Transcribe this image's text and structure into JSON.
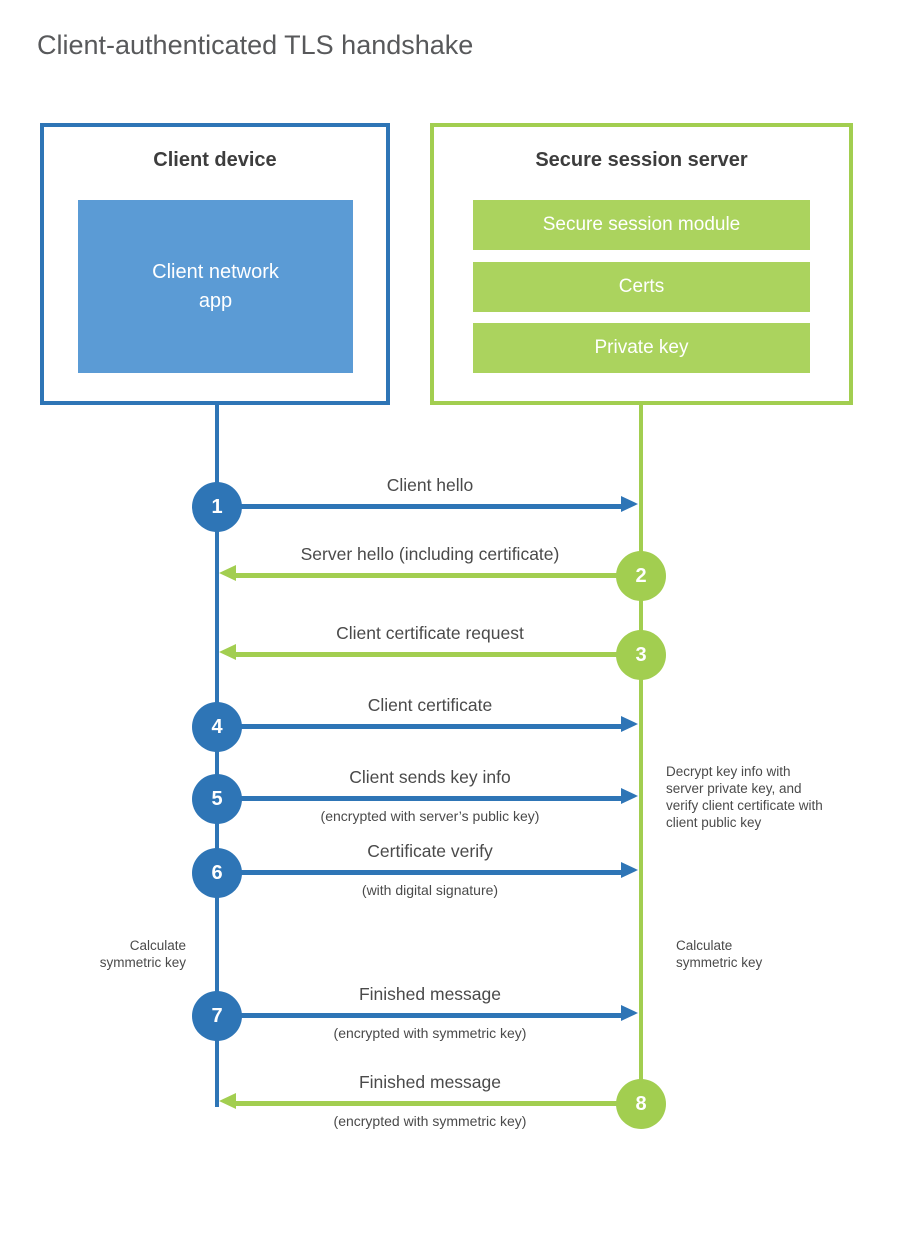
{
  "title": "Client-authenticated TLS handshake",
  "client": {
    "title": "Client device",
    "app_label": "Client network app"
  },
  "server": {
    "title": "Secure session server",
    "modules": [
      "Secure session module",
      "Certs",
      "Private key"
    ]
  },
  "messages": [
    {
      "step": "1",
      "label": "Client hello",
      "direction": "client-to-server"
    },
    {
      "step": "2",
      "label": "Server hello (including certificate)",
      "direction": "server-to-client"
    },
    {
      "step": "3",
      "label": "Client certificate request",
      "direction": "server-to-client"
    },
    {
      "step": "4",
      "label": "Client certificate",
      "direction": "client-to-server"
    },
    {
      "step": "5",
      "label": "Client sends key info",
      "sublabel": "(encrypted with server’s public key)",
      "direction": "client-to-server"
    },
    {
      "step": "6",
      "label": "Certificate verify",
      "sublabel": "(with digital signature)",
      "direction": "client-to-server"
    },
    {
      "step": "7",
      "label": "Finished message",
      "sublabel": "(encrypted with symmetric key)",
      "direction": "client-to-server"
    },
    {
      "step": "8",
      "label": "Finished message",
      "sublabel": "(encrypted with symmetric key)",
      "direction": "server-to-client"
    }
  ],
  "annotations": {
    "decrypt_note": "Decrypt key info with server private key, and verify client certificate with client public key",
    "calculate_left": "Calculate symmetric key",
    "calculate_right": "Calculate symmetric key"
  },
  "colors": {
    "client_blue": "#2e75b6",
    "client_blue_fill": "#5b9bd5",
    "server_green": "#a2ce50",
    "server_green_fill": "#abd35e"
  }
}
